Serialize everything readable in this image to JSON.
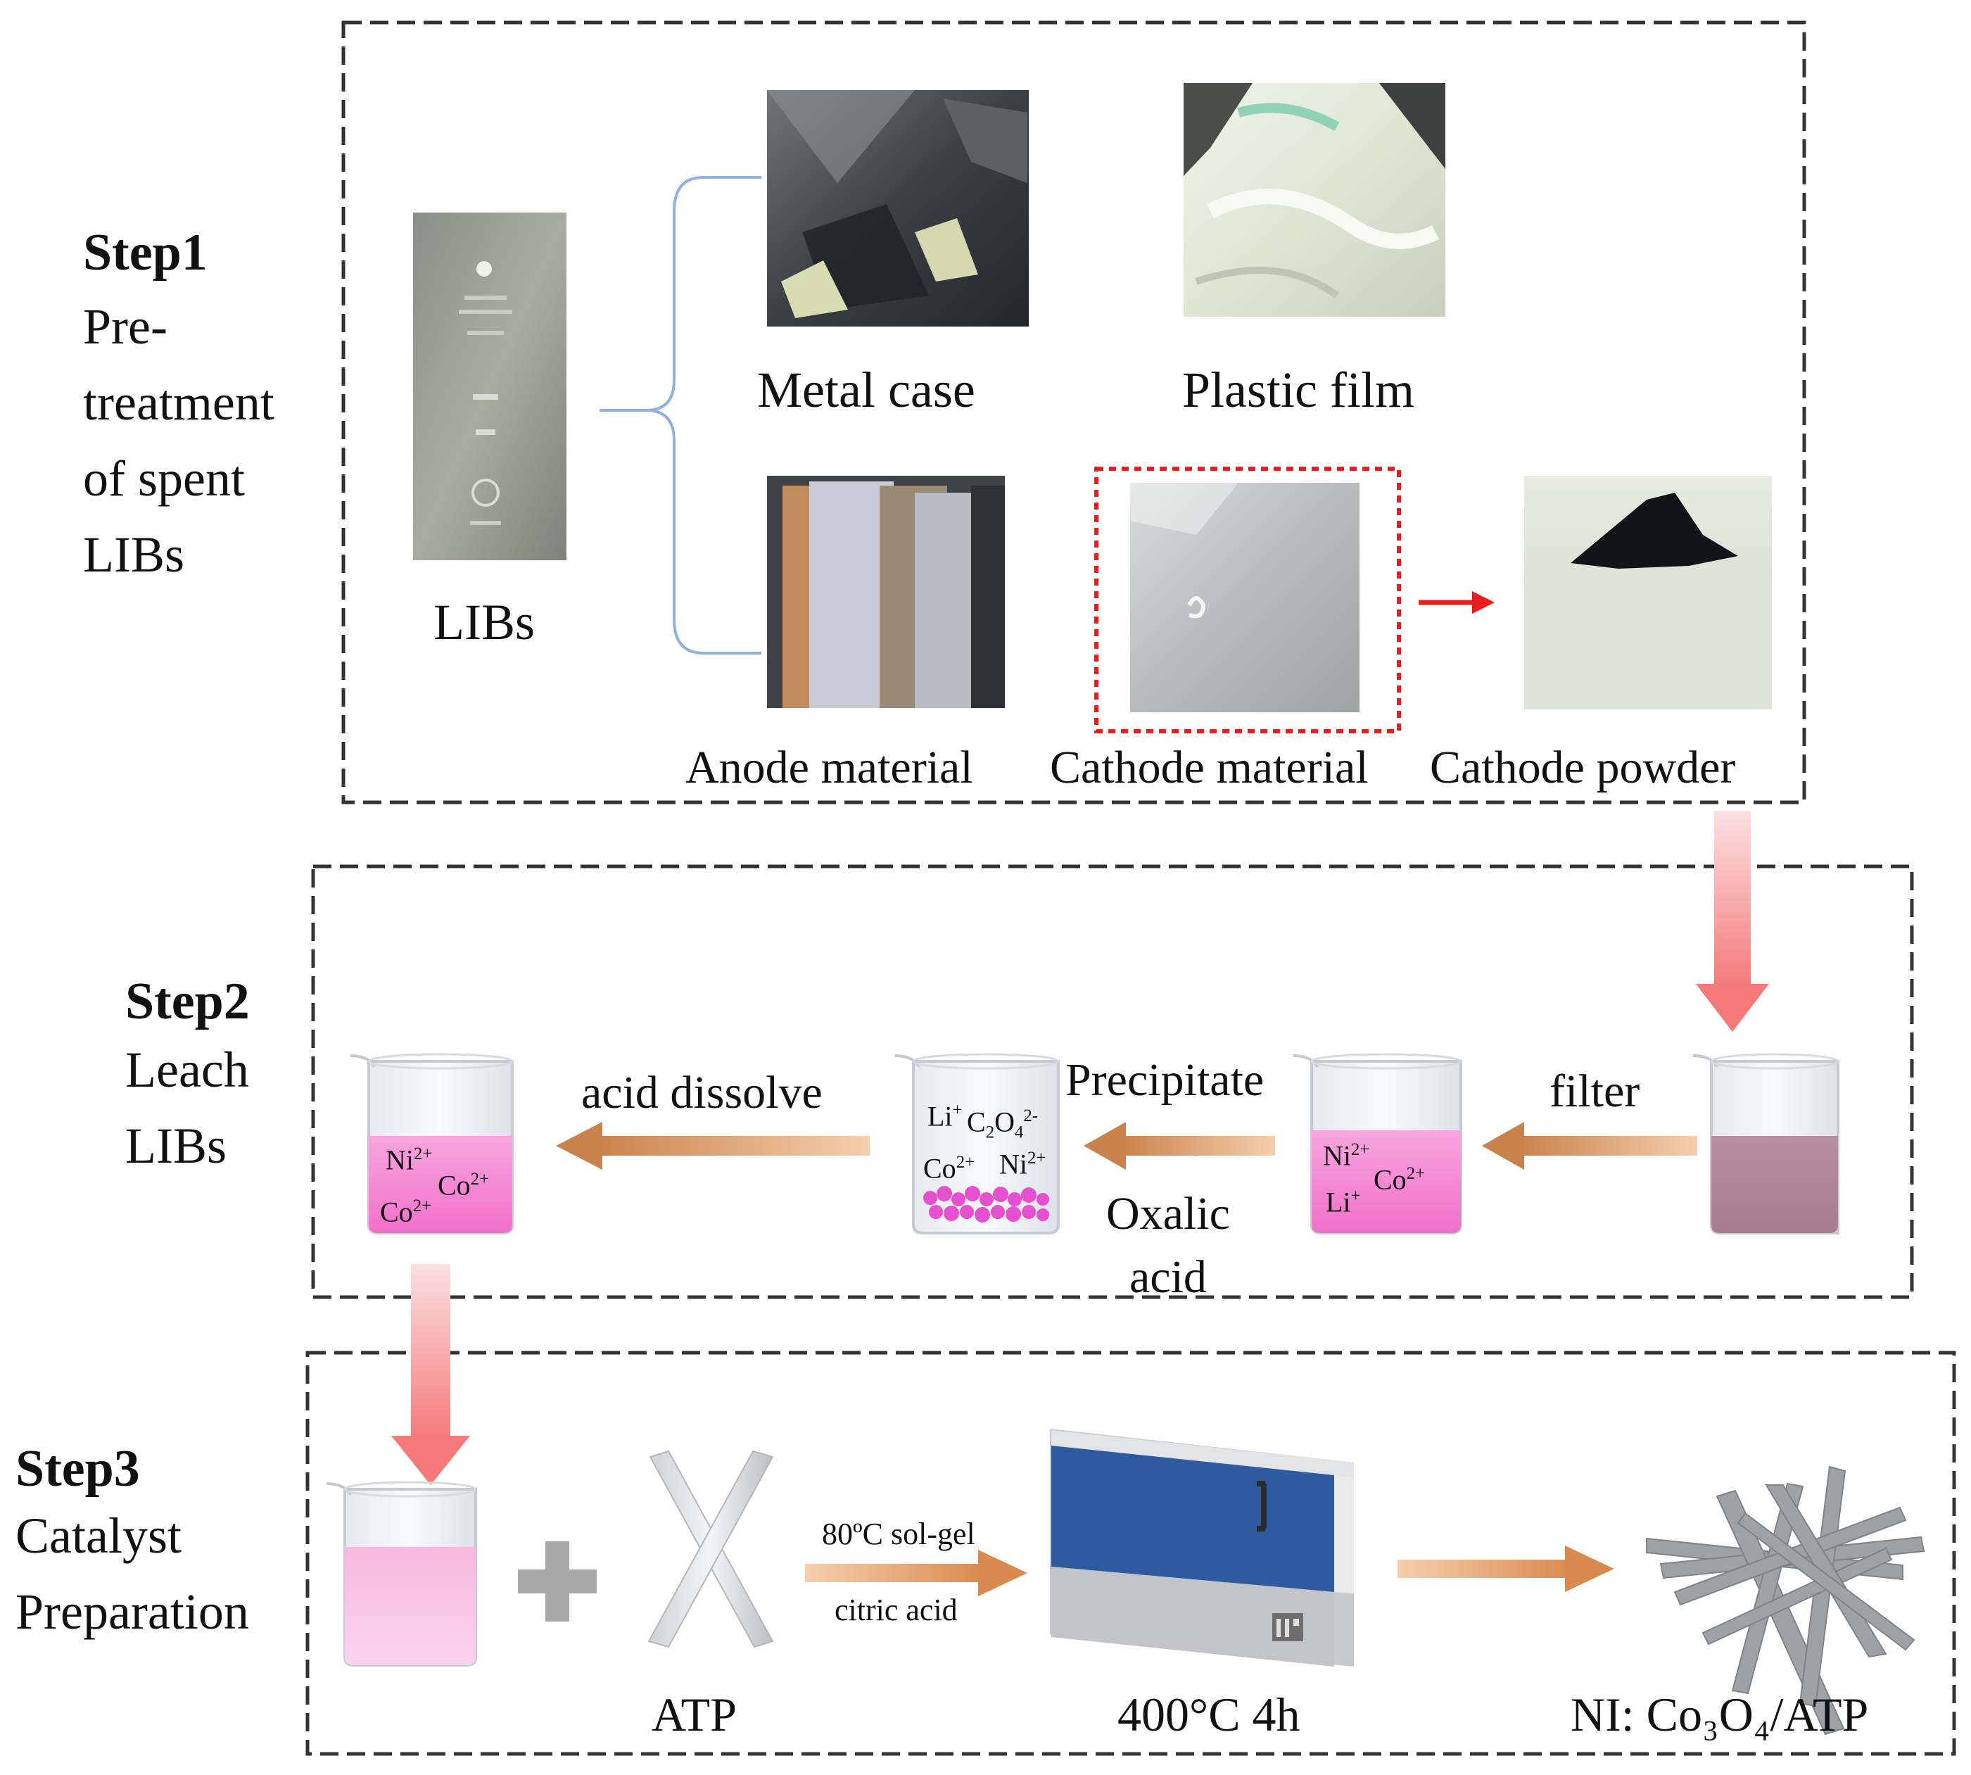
{
  "colors": {
    "frame": "#333333",
    "pink_liquid": "#f080cf",
    "mauve_liquid": "#b3879a",
    "red_arrow": "#ee1c1c",
    "orange_arrow": "#e89a5f",
    "pink_arrow": "#f47f7f",
    "oven_blue": "#2e5aa0"
  },
  "step1": {
    "title": "Step1",
    "desc": "Pre-\ntreatment\nof spent\nLIBs",
    "libs_label": "LIBs",
    "metal_case": "Metal case",
    "plastic_film": "Plastic film",
    "anode": "Anode material",
    "cathode": "Cathode material",
    "cathode_powder": "Cathode powder"
  },
  "step2": {
    "title": "Step2",
    "desc": "Leach\nLIBs",
    "filter": "filter",
    "precipitate": "Precipitate",
    "oxalic": "Oxalic\nacid",
    "acid_dissolve": "acid dissolve"
  },
  "step3": {
    "title": "Step3",
    "desc": "Catalyst\nPreparation",
    "atp": "ATP",
    "solgel": "80ºC sol-gel",
    "citric": "citric acid",
    "calcine": "400°C 4h",
    "product": "NI: Co₃O₄/ATP"
  },
  "ions": {
    "li": "Li",
    "co": "Co",
    "ni": "Ni",
    "plus": "+",
    "two_plus": "2+",
    "oxalate_c": "C",
    "oxalate_o": "O",
    "sub2": "2",
    "sub4": "4",
    "two_minus": "2-"
  }
}
